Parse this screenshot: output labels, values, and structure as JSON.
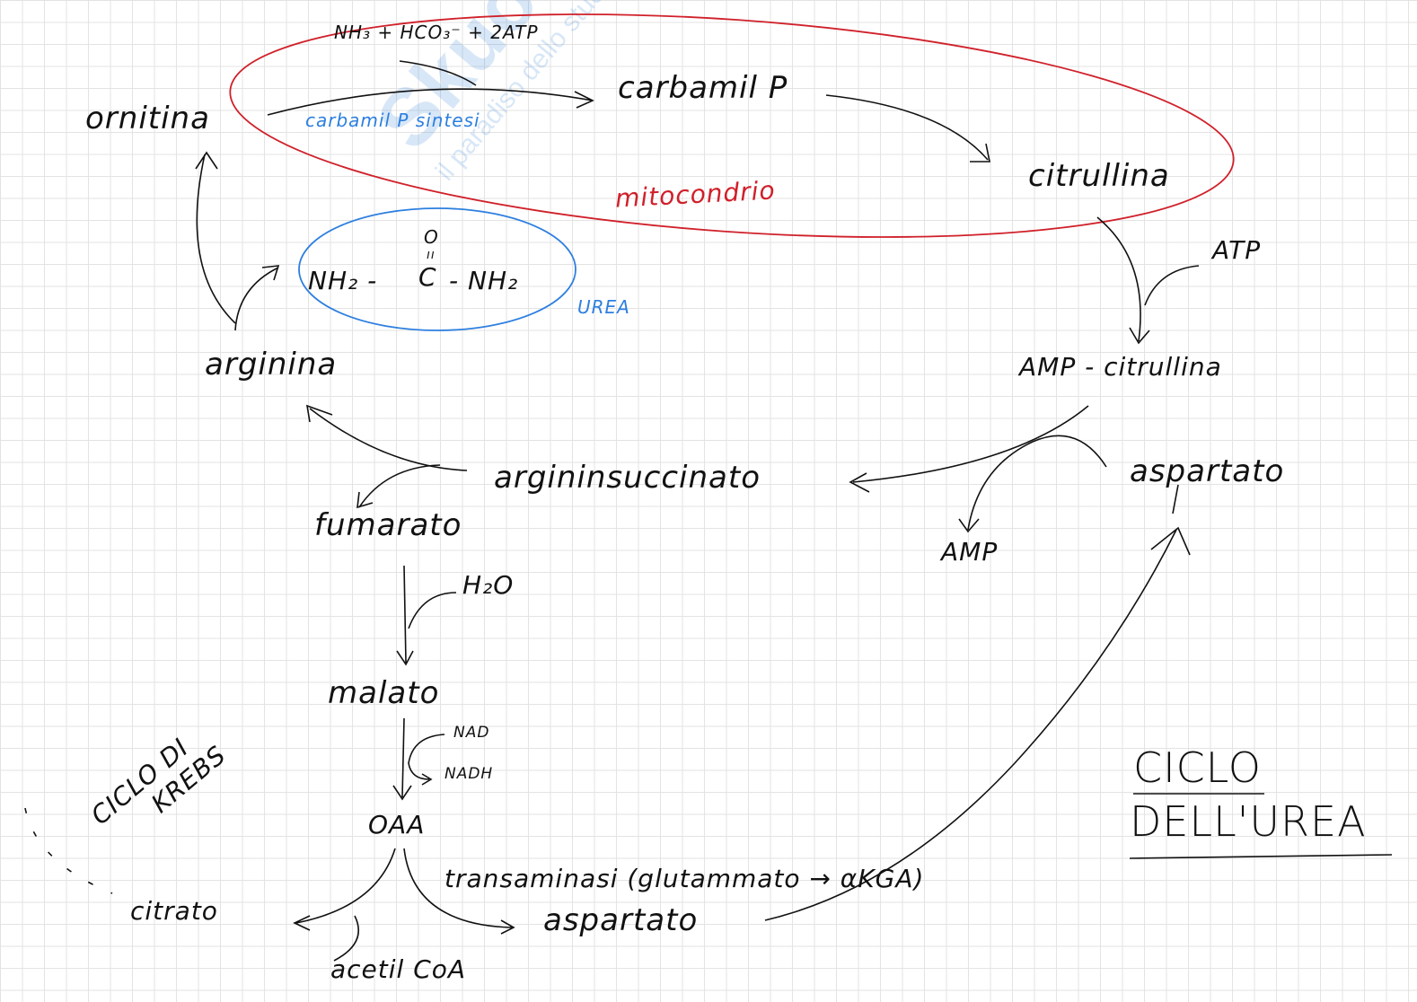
{
  "watermark": {
    "logo": "Skuola.net",
    "tagline": "il paradiso dello studente"
  },
  "colors": {
    "ink": "#111111",
    "mitochondrion": "#d0202a",
    "urea": "#2d7fe0",
    "grid": "#e3e3e3"
  },
  "labels": {
    "reactants": "NH₃ + HCO₃⁻ + 2ATP",
    "carbamil_p": "carbamil P",
    "carbamil_p_sintesi": "carbamil P sintesi",
    "ornitina": "ornitina",
    "citrullina": "citrullina",
    "mitocondrio": "mitocondrio",
    "urea_left": "NH₂ -",
    "urea_carbon": "C",
    "urea_oxygen": "O",
    "urea_right": "- NH₂",
    "urea": "UREA",
    "atp": "ATP",
    "amp_citrullina": "AMP - citrullina",
    "arginina": "arginina",
    "argininsuccinato": "argininsuccinato",
    "aspartato_top": "aspartato",
    "fumarato": "fumarato",
    "amp": "AMP",
    "h2o": "H₂O",
    "malato": "malato",
    "nad": "NAD",
    "nadh": "NADH",
    "ciclo_di_krebs_1": "CICLO DI",
    "ciclo_di_krebs_2": "KREBS",
    "oaa": "OAA",
    "citrato": "citrato",
    "transaminasi": "transaminasi (glutammato → αKGA)",
    "aspartato_bottom": "aspartato",
    "acetil_coa": "acetil CoA"
  },
  "title": {
    "line1": "CICLO",
    "line2": "DELL'UREA"
  }
}
